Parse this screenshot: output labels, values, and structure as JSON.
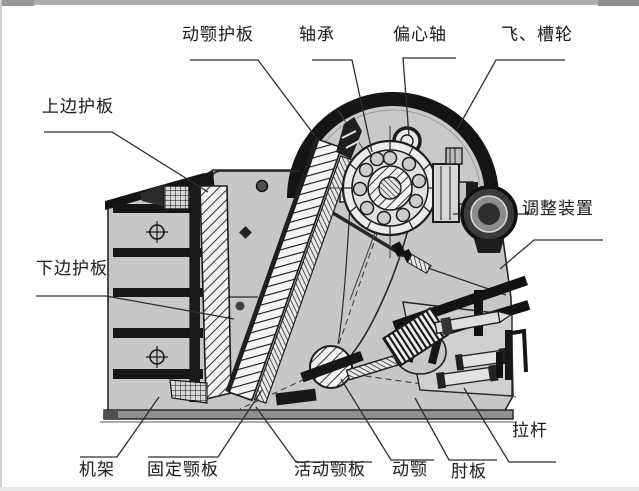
{
  "figure": {
    "type": "technical-sectional-diagram",
    "subject": "jaw crusher structure diagram",
    "labels": {
      "moving_jaw_guard_plate": "动颚护板",
      "bearing": "轴承",
      "eccentric_shaft": "偏心轴",
      "flywheel_sheave": "飞、槽轮",
      "upper_side_guard_plate": "上边护板",
      "lower_side_guard_plate": "下边护板",
      "adjustment_device": "调整装置",
      "tie_rod": "拉杆",
      "frame": "机架",
      "fixed_jaw_plate": "固定颚板",
      "moving_jaw_plate": "活动颚板",
      "moving_jaw": "动颚",
      "toggle_plate": "肘板"
    },
    "colors": {
      "background": "#ffffff",
      "body_gray": "#c7c7c7",
      "line_black": "#1c1c1c",
      "scan_edge_gray": "#a8a8a8"
    }
  }
}
